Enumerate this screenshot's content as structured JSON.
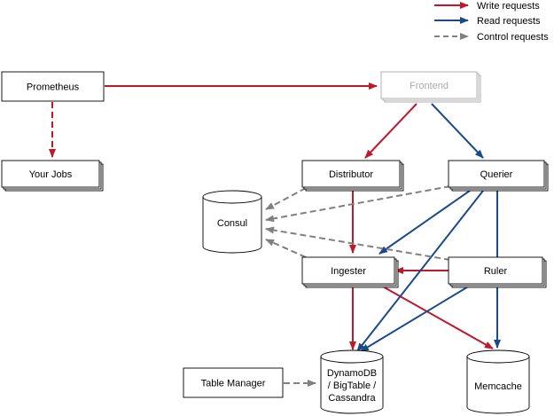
{
  "legend": {
    "write": "Write requests",
    "read": "Read requests",
    "control": "Control requests"
  },
  "nodes": {
    "prometheus": "Prometheus",
    "your_jobs": "Your Jobs",
    "frontend": "Frontend",
    "distributor": "Distributor",
    "querier": "Querier",
    "consul": "Consul",
    "ingester": "Ingester",
    "ruler": "Ruler",
    "table_manager": "Table Manager",
    "store_line1": "DynamoDB",
    "store_line2": "/ BigTable /",
    "store_line3": "Cassandra",
    "memcache": "Memcache"
  },
  "colors": {
    "write": "#c0172b",
    "read": "#1a4a8a",
    "control": "#808080",
    "dim_text": "#aaaaaa"
  }
}
